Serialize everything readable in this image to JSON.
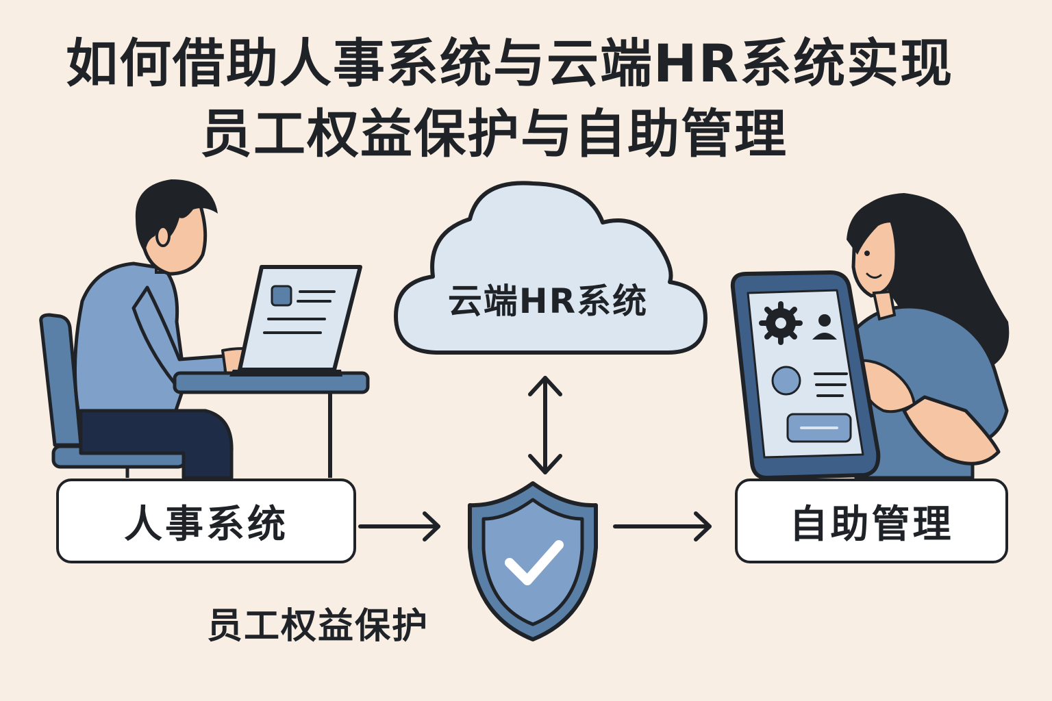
{
  "title": {
    "line1": "如何借助人事系统与云端HR系统实现",
    "line2": "员工权益保护与自助管理"
  },
  "nodes": {
    "hr_system": "人事系统",
    "cloud_hr": "云端HR系统",
    "employee_rights": "员工权益保护",
    "self_service": "自助管理"
  },
  "colors": {
    "background": "#f8eee3",
    "outline": "#1f2328",
    "accent_blue": "#5b80a8",
    "light_blue": "#dbe6f0",
    "skin": "#f6c6a4"
  }
}
